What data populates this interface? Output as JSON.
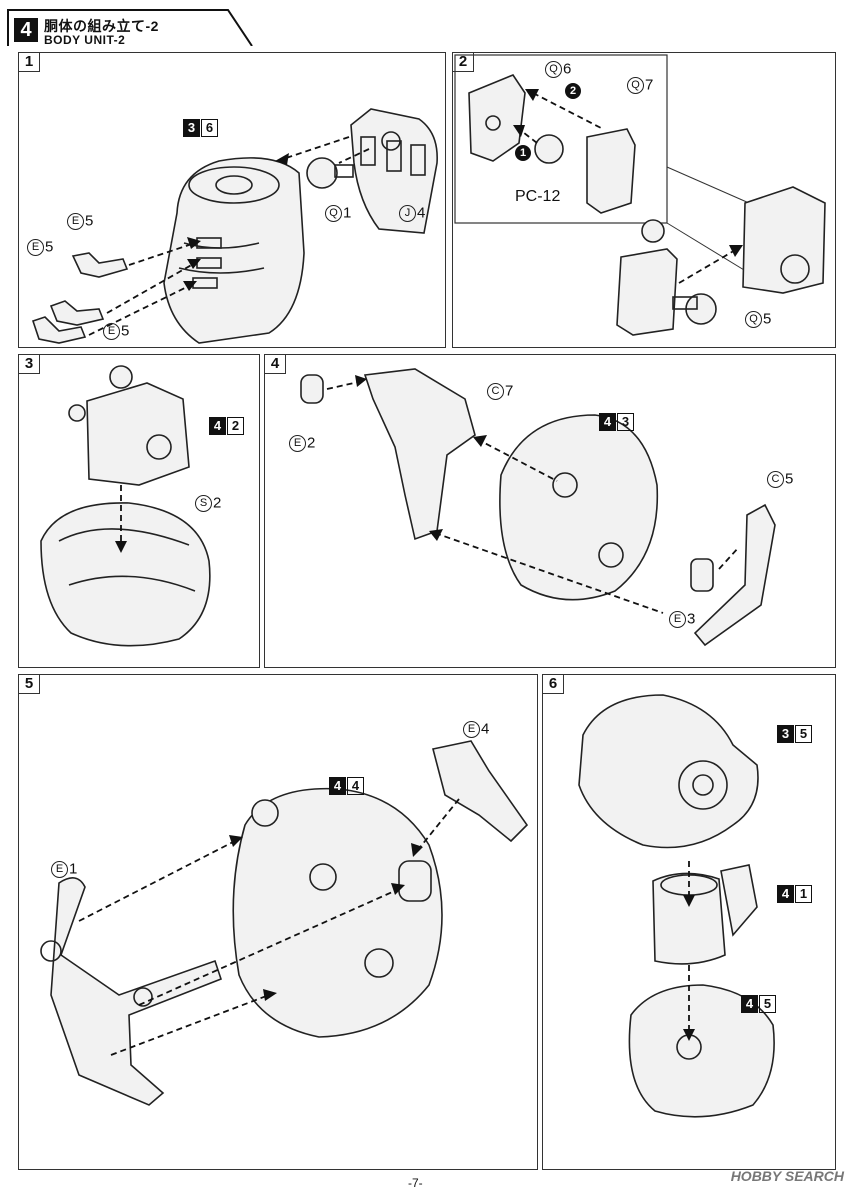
{
  "header": {
    "step_number": "4",
    "title_jp": "胴体の組み立て-2",
    "title_en": "BODY UNIT-2"
  },
  "panels": [
    {
      "number": "1",
      "labels": {
        "ref": [
          "3",
          "6"
        ],
        "e5a": "5",
        "e5b": "5",
        "e5c": "5",
        "q1": "1",
        "j4": "4"
      }
    },
    {
      "number": "2",
      "labels": {
        "q6": "6",
        "q7": "7",
        "pc": "PC-12",
        "q5": "5",
        "step1": "1",
        "step2": "2"
      }
    },
    {
      "number": "3",
      "labels": {
        "ref": [
          "4",
          "2"
        ],
        "s2": "2"
      }
    },
    {
      "number": "4",
      "labels": {
        "ref": [
          "4",
          "3"
        ],
        "e2": "2",
        "c7": "7",
        "c5": "5",
        "e3": "3"
      }
    },
    {
      "number": "5",
      "labels": {
        "ref": [
          "4",
          "4"
        ],
        "e1": "1",
        "e4": "4"
      }
    },
    {
      "number": "6",
      "labels": {
        "ref35": [
          "3",
          "5"
        ],
        "ref41": [
          "4",
          "1"
        ],
        "ref45": [
          "4",
          "5"
        ]
      }
    }
  ],
  "letters": {
    "E": "E",
    "Q": "Q",
    "J": "J",
    "S": "S",
    "C": "C"
  },
  "footer": {
    "page_number": "-7-",
    "watermark": "HOBBY SEARCH"
  }
}
